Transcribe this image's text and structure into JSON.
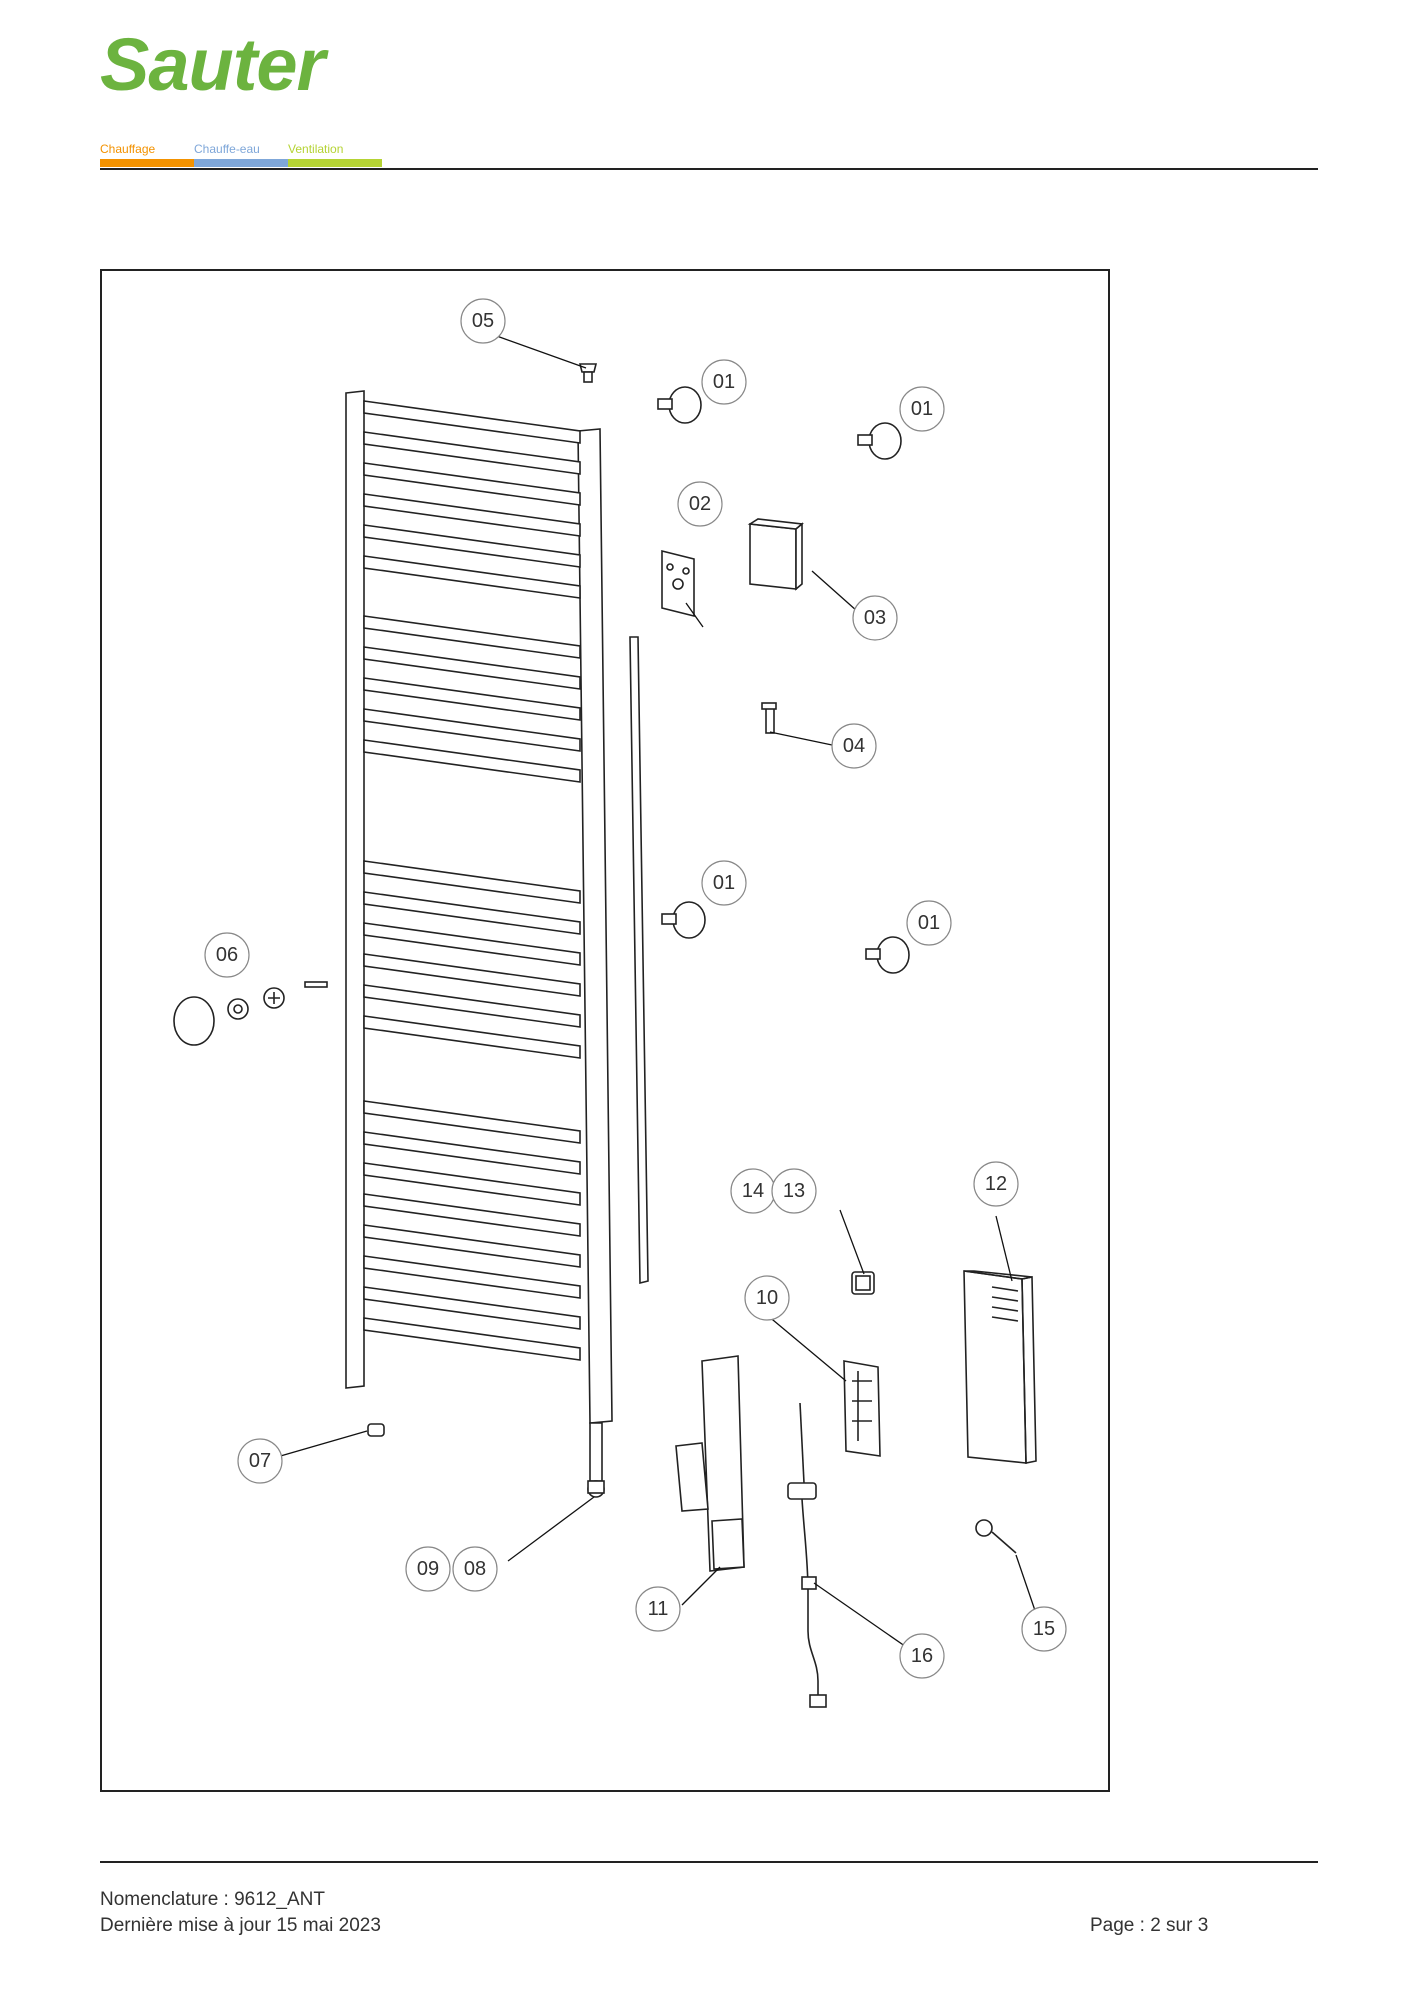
{
  "brand": {
    "name": "Sauter",
    "categories": [
      {
        "label": "Chauffage",
        "color": "#f39200"
      },
      {
        "label": "Chauffe-eau",
        "color": "#7fa7d9"
      },
      {
        "label": "Ventilation",
        "color": "#b5d334"
      }
    ],
    "logo_color": "#6cb33f"
  },
  "callouts": [
    {
      "id": "c05",
      "label": "05"
    },
    {
      "id": "c01a",
      "label": "01"
    },
    {
      "id": "c01b",
      "label": "01"
    },
    {
      "id": "c02",
      "label": "02"
    },
    {
      "id": "c03",
      "label": "03"
    },
    {
      "id": "c04",
      "label": "04"
    },
    {
      "id": "c01c",
      "label": "01"
    },
    {
      "id": "c01d",
      "label": "01"
    },
    {
      "id": "c06",
      "label": "06"
    },
    {
      "id": "c14",
      "label": "14"
    },
    {
      "id": "c13",
      "label": "13"
    },
    {
      "id": "c12",
      "label": "12"
    },
    {
      "id": "c10",
      "label": "10"
    },
    {
      "id": "c07",
      "label": "07"
    },
    {
      "id": "c09",
      "label": "09"
    },
    {
      "id": "c08",
      "label": "08"
    },
    {
      "id": "c11",
      "label": "11"
    },
    {
      "id": "c15",
      "label": "15"
    },
    {
      "id": "c16",
      "label": "16"
    }
  ],
  "footer": {
    "nomenclature": "Nomenclature : 9612_ANT",
    "updated": "Dernière mise à jour 15 mai 2023",
    "page": "Page : 2 sur 3"
  }
}
